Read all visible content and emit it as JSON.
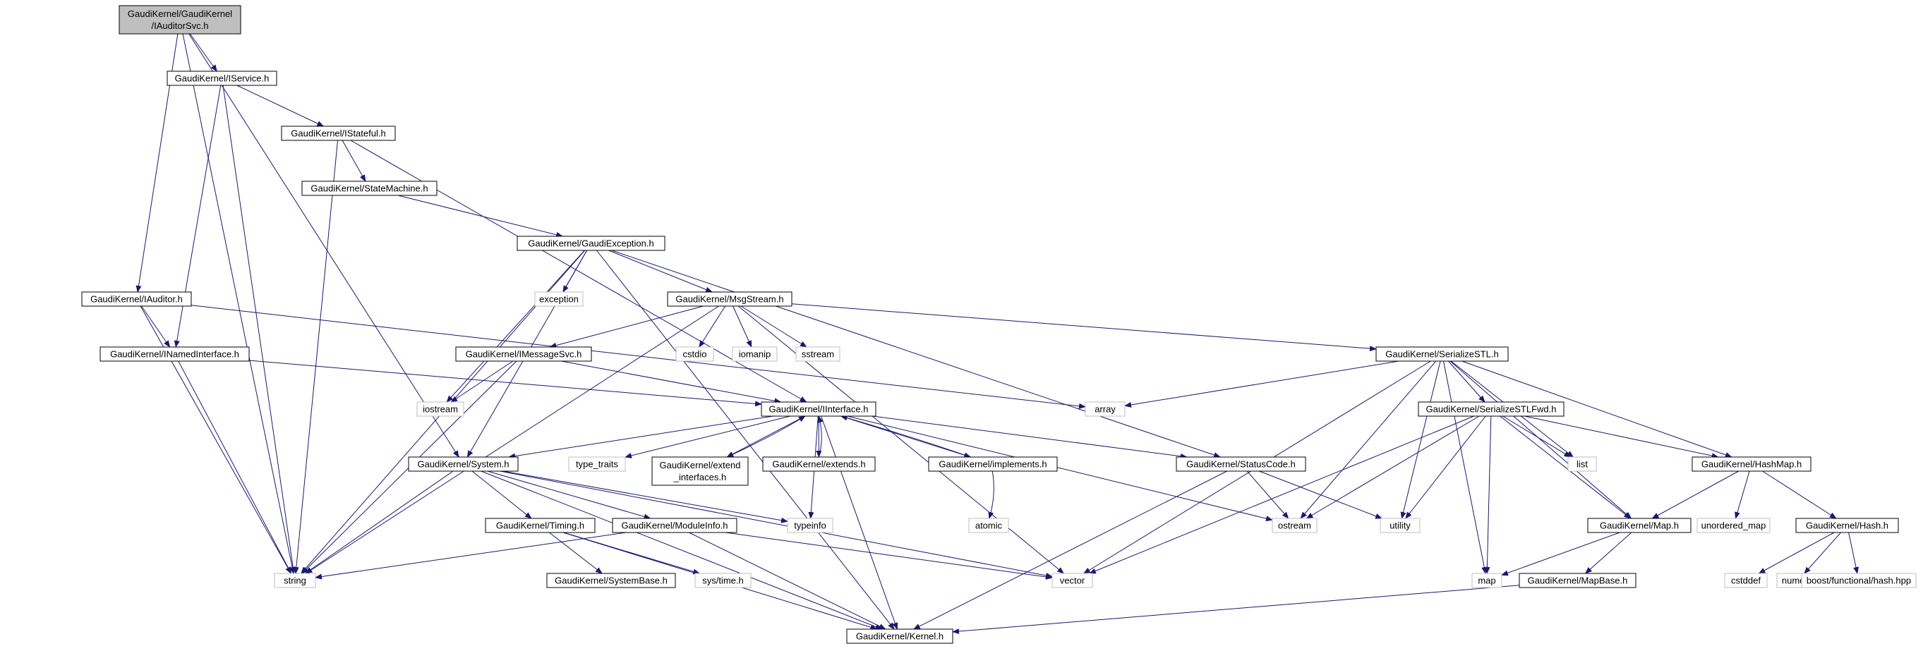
{
  "colors": {
    "edge": "#191970",
    "node_border": "#000000",
    "node_fill": "#ffffff",
    "system_border": "#bfbfbf",
    "system_text": "#000000",
    "root_fill": "#bfbfbf"
  },
  "nodes": [
    {
      "id": "root",
      "lines": [
        "GaudiKernel/GaudiKernel",
        "/IAuditorSvc.h"
      ],
      "kind": "root"
    },
    {
      "id": "IService",
      "lines": [
        "GaudiKernel/IService.h"
      ],
      "kind": "header"
    },
    {
      "id": "IStateful",
      "lines": [
        "GaudiKernel/IStateful.h"
      ],
      "kind": "header"
    },
    {
      "id": "StateMachine",
      "lines": [
        "GaudiKernel/StateMachine.h"
      ],
      "kind": "header"
    },
    {
      "id": "GaudiException",
      "lines": [
        "GaudiKernel/GaudiException.h"
      ],
      "kind": "header"
    },
    {
      "id": "IAuditor",
      "lines": [
        "GaudiKernel/IAuditor.h"
      ],
      "kind": "header"
    },
    {
      "id": "INamedInterface",
      "lines": [
        "GaudiKernel/INamedInterface.h"
      ],
      "kind": "header"
    },
    {
      "id": "MsgStream",
      "lines": [
        "GaudiKernel/MsgStream.h"
      ],
      "kind": "header"
    },
    {
      "id": "IMessageSvc",
      "lines": [
        "GaudiKernel/IMessageSvc.h"
      ],
      "kind": "header"
    },
    {
      "id": "SerializeSTL",
      "lines": [
        "GaudiKernel/SerializeSTL.h"
      ],
      "kind": "header"
    },
    {
      "id": "IInterface",
      "lines": [
        "GaudiKernel/IInterface.h"
      ],
      "kind": "header"
    },
    {
      "id": "SerializeSTLFwd",
      "lines": [
        "GaudiKernel/SerializeSTLFwd.h"
      ],
      "kind": "header"
    },
    {
      "id": "System",
      "lines": [
        "GaudiKernel/System.h"
      ],
      "kind": "header"
    },
    {
      "id": "extend_interfaces",
      "lines": [
        "GaudiKernel/extend",
        "_interfaces.h"
      ],
      "kind": "header"
    },
    {
      "id": "extends",
      "lines": [
        "GaudiKernel/extends.h"
      ],
      "kind": "header"
    },
    {
      "id": "implements",
      "lines": [
        "GaudiKernel/implements.h"
      ],
      "kind": "header"
    },
    {
      "id": "StatusCode",
      "lines": [
        "GaudiKernel/StatusCode.h"
      ],
      "kind": "header"
    },
    {
      "id": "HashMap",
      "lines": [
        "GaudiKernel/HashMap.h"
      ],
      "kind": "header"
    },
    {
      "id": "Timing",
      "lines": [
        "GaudiKernel/Timing.h"
      ],
      "kind": "header"
    },
    {
      "id": "ModuleInfo",
      "lines": [
        "GaudiKernel/ModuleInfo.h"
      ],
      "kind": "header"
    },
    {
      "id": "Map",
      "lines": [
        "GaudiKernel/Map.h"
      ],
      "kind": "header"
    },
    {
      "id": "Hash",
      "lines": [
        "GaudiKernel/Hash.h"
      ],
      "kind": "header"
    },
    {
      "id": "SystemBase",
      "lines": [
        "GaudiKernel/SystemBase.h"
      ],
      "kind": "header"
    },
    {
      "id": "MapBase",
      "lines": [
        "GaudiKernel/MapBase.h"
      ],
      "kind": "header"
    },
    {
      "id": "Kernel",
      "lines": [
        "GaudiKernel/Kernel.h"
      ],
      "kind": "header"
    },
    {
      "id": "string",
      "lines": [
        "string"
      ],
      "kind": "system"
    },
    {
      "id": "exception",
      "lines": [
        "exception"
      ],
      "kind": "system"
    },
    {
      "id": "cstdio",
      "lines": [
        "cstdio"
      ],
      "kind": "system"
    },
    {
      "id": "iomanip",
      "lines": [
        "iomanip"
      ],
      "kind": "system"
    },
    {
      "id": "sstream",
      "lines": [
        "sstream"
      ],
      "kind": "system"
    },
    {
      "id": "iostream",
      "lines": [
        "iostream"
      ],
      "kind": "system"
    },
    {
      "id": "array",
      "lines": [
        "array"
      ],
      "kind": "system"
    },
    {
      "id": "type_traits",
      "lines": [
        "type_traits"
      ],
      "kind": "system"
    },
    {
      "id": "list",
      "lines": [
        "list"
      ],
      "kind": "system"
    },
    {
      "id": "atomic",
      "lines": [
        "atomic"
      ],
      "kind": "system"
    },
    {
      "id": "ostream",
      "lines": [
        "ostream"
      ],
      "kind": "system"
    },
    {
      "id": "utility",
      "lines": [
        "utility"
      ],
      "kind": "system"
    },
    {
      "id": "unordered_map",
      "lines": [
        "unordered_map"
      ],
      "kind": "system"
    },
    {
      "id": "typeinfo",
      "lines": [
        "typeinfo"
      ],
      "kind": "system"
    },
    {
      "id": "vector",
      "lines": [
        "vector"
      ],
      "kind": "system"
    },
    {
      "id": "map",
      "lines": [
        "map"
      ],
      "kind": "system"
    },
    {
      "id": "cstddef",
      "lines": [
        "cstddef"
      ],
      "kind": "system"
    },
    {
      "id": "numeric",
      "lines": [
        "numeric"
      ],
      "kind": "system"
    },
    {
      "id": "boost_hash",
      "lines": [
        "boost/functional/hash.hpp"
      ],
      "kind": "system"
    },
    {
      "id": "sys_time",
      "lines": [
        "sys/time.h"
      ],
      "kind": "system"
    }
  ],
  "edges": [
    [
      "root",
      "IService"
    ],
    [
      "root",
      "IAuditor"
    ],
    [
      "root",
      "System"
    ],
    [
      "root",
      "string"
    ],
    [
      "IService",
      "IStateful"
    ],
    [
      "IService",
      "INamedInterface"
    ],
    [
      "IService",
      "string"
    ],
    [
      "IStateful",
      "StateMachine"
    ],
    [
      "IStateful",
      "IInterface"
    ],
    [
      "IStateful",
      "string"
    ],
    [
      "StateMachine",
      "GaudiException"
    ],
    [
      "GaudiException",
      "MsgStream"
    ],
    [
      "GaudiException",
      "System"
    ],
    [
      "GaudiException",
      "StatusCode"
    ],
    [
      "GaudiException",
      "Kernel"
    ],
    [
      "GaudiException",
      "string"
    ],
    [
      "GaudiException",
      "exception"
    ],
    [
      "GaudiException",
      "iostream"
    ],
    [
      "IAuditor",
      "INamedInterface"
    ],
    [
      "IAuditor",
      "string"
    ],
    [
      "IAuditor",
      "array"
    ],
    [
      "INamedInterface",
      "IInterface"
    ],
    [
      "INamedInterface",
      "string"
    ],
    [
      "MsgStream",
      "IMessageSvc"
    ],
    [
      "MsgStream",
      "SerializeSTL"
    ],
    [
      "MsgStream",
      "cstdio"
    ],
    [
      "MsgStream",
      "iomanip"
    ],
    [
      "MsgStream",
      "sstream"
    ],
    [
      "MsgStream",
      "string"
    ],
    [
      "MsgStream",
      "vector"
    ],
    [
      "IMessageSvc",
      "IInterface"
    ],
    [
      "IMessageSvc",
      "iostream"
    ],
    [
      "IMessageSvc",
      "string"
    ],
    [
      "SerializeSTL",
      "SerializeSTLFwd"
    ],
    [
      "SerializeSTL",
      "HashMap"
    ],
    [
      "SerializeSTL",
      "Map"
    ],
    [
      "SerializeSTL",
      "array"
    ],
    [
      "SerializeSTL",
      "list"
    ],
    [
      "SerializeSTL",
      "ostream"
    ],
    [
      "SerializeSTL",
      "utility"
    ],
    [
      "SerializeSTL",
      "vector"
    ],
    [
      "SerializeSTL",
      "map"
    ],
    [
      "IInterface",
      "System"
    ],
    [
      "IInterface",
      "StatusCode"
    ],
    [
      "IInterface",
      "Kernel"
    ],
    [
      "IInterface",
      "type_traits"
    ],
    [
      "IInterface",
      "ostream"
    ],
    [
      "IInterface",
      "typeinfo"
    ],
    [
      "IInterface",
      "extend_interfaces"
    ],
    [
      "IInterface",
      "extends"
    ],
    [
      "IInterface",
      "implements"
    ],
    [
      "extend_interfaces",
      "IInterface"
    ],
    [
      "extends",
      "IInterface"
    ],
    [
      "implements",
      "IInterface"
    ],
    [
      "implements",
      "atomic"
    ],
    [
      "SerializeSTLFwd",
      "HashMap"
    ],
    [
      "SerializeSTLFwd",
      "Map"
    ],
    [
      "SerializeSTLFwd",
      "list"
    ],
    [
      "SerializeSTLFwd",
      "ostream"
    ],
    [
      "SerializeSTLFwd",
      "utility"
    ],
    [
      "SerializeSTLFwd",
      "vector"
    ],
    [
      "SerializeSTLFwd",
      "map"
    ],
    [
      "System",
      "Timing"
    ],
    [
      "System",
      "ModuleInfo"
    ],
    [
      "System",
      "Kernel"
    ],
    [
      "System",
      "string"
    ],
    [
      "System",
      "typeinfo"
    ],
    [
      "System",
      "vector"
    ],
    [
      "StatusCode",
      "Kernel"
    ],
    [
      "StatusCode",
      "ostream"
    ],
    [
      "StatusCode",
      "utility"
    ],
    [
      "HashMap",
      "Map"
    ],
    [
      "HashMap",
      "Hash"
    ],
    [
      "HashMap",
      "unordered_map"
    ],
    [
      "Timing",
      "SystemBase"
    ],
    [
      "Timing",
      "Kernel"
    ],
    [
      "Timing",
      "sys_time"
    ],
    [
      "ModuleInfo",
      "Kernel"
    ],
    [
      "ModuleInfo",
      "string"
    ],
    [
      "ModuleInfo",
      "vector"
    ],
    [
      "Map",
      "MapBase"
    ],
    [
      "Map",
      "map"
    ],
    [
      "MapBase",
      "Kernel"
    ],
    [
      "Hash",
      "cstddef"
    ],
    [
      "Hash",
      "numeric"
    ],
    [
      "Hash",
      "boost_hash"
    ]
  ]
}
